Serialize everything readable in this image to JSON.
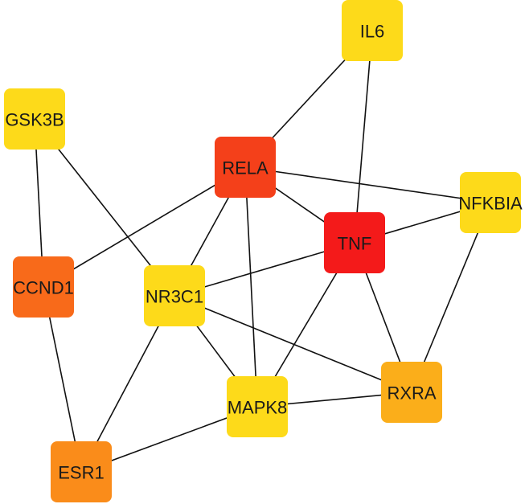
{
  "network": {
    "nodes": [
      {
        "id": "IL6",
        "label": "IL6",
        "color": "#FDDA1A"
      },
      {
        "id": "GSK3B",
        "label": "GSK3B",
        "color": "#FDDA1A"
      },
      {
        "id": "RELA",
        "label": "RELA",
        "color": "#F4401A"
      },
      {
        "id": "NFKBIA",
        "label": "NFKBIA",
        "color": "#FDDA1A"
      },
      {
        "id": "TNF",
        "label": "TNF",
        "color": "#F41A1A"
      },
      {
        "id": "CCND1",
        "label": "CCND1",
        "color": "#F86A1A"
      },
      {
        "id": "NR3C1",
        "label": "NR3C1",
        "color": "#FDDA1A"
      },
      {
        "id": "RXRA",
        "label": "RXRA",
        "color": "#FBAE1A"
      },
      {
        "id": "MAPK8",
        "label": "MAPK8",
        "color": "#FDDA1A"
      },
      {
        "id": "ESR1",
        "label": "ESR1",
        "color": "#FA8C1A"
      }
    ],
    "edges": [
      [
        "IL6",
        "RELA"
      ],
      [
        "IL6",
        "TNF"
      ],
      [
        "GSK3B",
        "CCND1"
      ],
      [
        "GSK3B",
        "NR3C1"
      ],
      [
        "RELA",
        "NFKBIA"
      ],
      [
        "RELA",
        "TNF"
      ],
      [
        "RELA",
        "CCND1"
      ],
      [
        "RELA",
        "NR3C1"
      ],
      [
        "RELA",
        "MAPK8"
      ],
      [
        "TNF",
        "NFKBIA"
      ],
      [
        "TNF",
        "NR3C1"
      ],
      [
        "TNF",
        "MAPK8"
      ],
      [
        "TNF",
        "RXRA"
      ],
      [
        "NFKBIA",
        "RXRA"
      ],
      [
        "NR3C1",
        "RXRA"
      ],
      [
        "NR3C1",
        "MAPK8"
      ],
      [
        "NR3C1",
        "ESR1"
      ],
      [
        "CCND1",
        "ESR1"
      ],
      [
        "MAPK8",
        "RXRA"
      ],
      [
        "MAPK8",
        "ESR1"
      ]
    ]
  }
}
